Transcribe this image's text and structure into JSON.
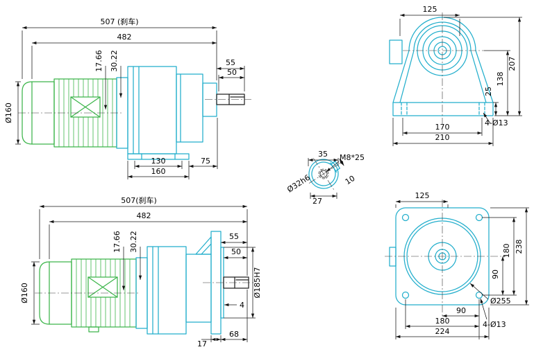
{
  "drawing": {
    "bg": "#ffffff",
    "colors": {
      "motor": "#3cb54a",
      "gearbox": "#22aecc",
      "line": "#111111"
    }
  },
  "views": {
    "side_foot": {
      "name": "side-view-foot-mounted-gearmotor",
      "dims": {
        "overall": "507 (刹车)",
        "length": "482",
        "offset_a": "17.66",
        "offset_b": "30.22",
        "shaft_a": "55",
        "shaft_b": "50",
        "motor_dia": "Ø160",
        "foot_holes": "130",
        "foot_width": "160",
        "foot_to_face": "75"
      }
    },
    "front_foot": {
      "name": "front-view-foot-mounted-housing",
      "dims": {
        "top_width": "125",
        "height": "207",
        "axis_height": "138",
        "foot_height": "25",
        "hole_span": "170",
        "base_width": "210",
        "holes": "4-Ø13"
      }
    },
    "shaft_end": {
      "name": "output-shaft-end-detail",
      "dims": {
        "key_top": "35",
        "tap": "M8*25",
        "dia": "Ø32h6",
        "key_width": "10",
        "key_flat": "27"
      }
    },
    "side_flange": {
      "name": "side-view-flange-mounted-gearmotor",
      "dims": {
        "overall": "507(刹车)",
        "length": "482",
        "offset_a": "17.66",
        "offset_b": "30.22",
        "shaft_a": "55",
        "shaft_b": "50",
        "spigot": "4",
        "flange_spigot_dia": "Ø185H7",
        "motor_dia": "Ø160",
        "flange_thk": "17",
        "shaft_len": "68"
      }
    },
    "front_flange": {
      "name": "front-view-output-flange",
      "dims": {
        "top_width": "125",
        "height": "238",
        "hole_span_v": "180",
        "half_span_v": "90",
        "half_span_h": "90",
        "hole_span_h": "180",
        "width": "224",
        "flange_dia": "Ø255",
        "holes": "4-Ø13"
      }
    }
  }
}
